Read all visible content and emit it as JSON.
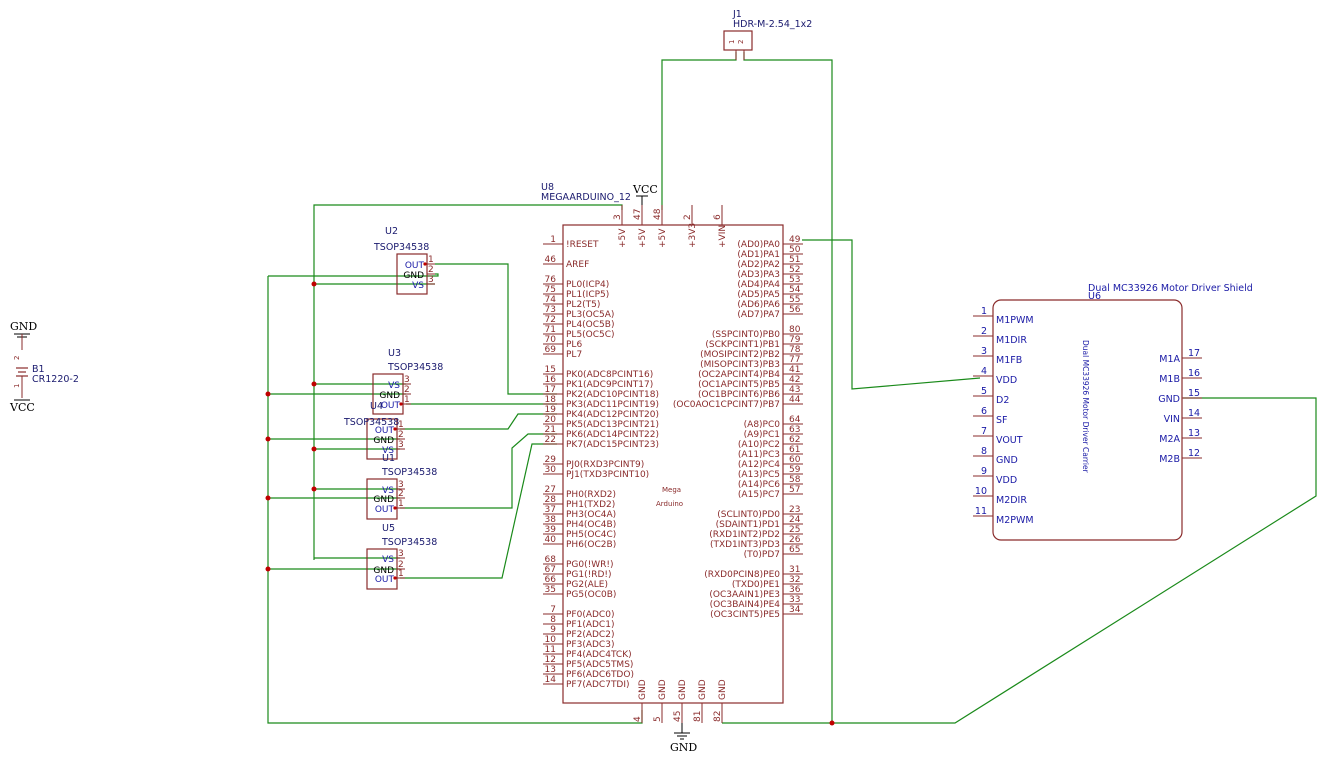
{
  "colors": {
    "wire": "#1a8a1a",
    "body": "#8a2b2b",
    "junction": "#c00000",
    "shield_text": "#1a1aa6",
    "power_text": "#000000"
  },
  "power": {
    "vcc_top": "VCC",
    "gnd_bottom": "GND",
    "gnd_battery": "GND",
    "vcc_battery": "VCC"
  },
  "battery": {
    "ref": "B1",
    "value": "CR1220-2",
    "pins": [
      "2",
      "1"
    ]
  },
  "connector": {
    "ref": "J1",
    "value": "HDR-M-2.54_1x2",
    "pins": [
      "1",
      "2"
    ]
  },
  "arduino": {
    "ref": "U8",
    "value": "MEGAARDUINO_12",
    "center_line1": "Mega",
    "center_line2": "Arduino",
    "top_pins": [
      {
        "num": "3",
        "name": "+5V"
      },
      {
        "num": "47",
        "name": "+5V"
      },
      {
        "num": "48",
        "name": "+5V"
      },
      {
        "num": "2",
        "name": "+3V3"
      },
      {
        "num": "6",
        "name": "+VIN"
      }
    ],
    "bottom_pins": [
      {
        "num": "4",
        "name": "GND"
      },
      {
        "num": "5",
        "name": "GND"
      },
      {
        "num": "45",
        "name": "GND"
      },
      {
        "num": "81",
        "name": "GND"
      },
      {
        "num": "82",
        "name": "GND"
      }
    ],
    "left_pins": [
      {
        "num": "1",
        "name": "!RESET"
      },
      {
        "num": "46",
        "name": "AREF"
      },
      {
        "num": "76",
        "name": "PL0(ICP4)"
      },
      {
        "num": "75",
        "name": "PL1(ICP5)"
      },
      {
        "num": "74",
        "name": "PL2(T5)"
      },
      {
        "num": "73",
        "name": "PL3(OC5A)"
      },
      {
        "num": "72",
        "name": "PL4(OC5B)"
      },
      {
        "num": "71",
        "name": "PL5(OC5C)"
      },
      {
        "num": "70",
        "name": "PL6"
      },
      {
        "num": "69",
        "name": "PL7"
      },
      {
        "num": "15",
        "name": "PK0(ADC8PCINT16)"
      },
      {
        "num": "16",
        "name": "PK1(ADC9PCINT17)"
      },
      {
        "num": "17",
        "name": "PK2(ADC10PCINT18)"
      },
      {
        "num": "18",
        "name": "PK3(ADC11PCINT19)"
      },
      {
        "num": "19",
        "name": "PK4(ADC12PCINT20)"
      },
      {
        "num": "20",
        "name": "PK5(ADC13PCINT21)"
      },
      {
        "num": "21",
        "name": "PK6(ADC14PCINT22)"
      },
      {
        "num": "22",
        "name": "PK7(ADC15PCINT23)"
      },
      {
        "num": "29",
        "name": "PJ0(RXD3PCINT9)"
      },
      {
        "num": "30",
        "name": "PJ1(TXD3PCINT10)"
      },
      {
        "num": "27",
        "name": "PH0(RXD2)"
      },
      {
        "num": "28",
        "name": "PH1(TXD2)"
      },
      {
        "num": "37",
        "name": "PH3(OC4A)"
      },
      {
        "num": "38",
        "name": "PH4(OC4B)"
      },
      {
        "num": "39",
        "name": "PH5(OC4C)"
      },
      {
        "num": "40",
        "name": "PH6(OC2B)"
      },
      {
        "num": "68",
        "name": "PG0(!WR!)"
      },
      {
        "num": "67",
        "name": "PG1(!RD!)"
      },
      {
        "num": "66",
        "name": "PG2(ALE)"
      },
      {
        "num": "35",
        "name": "PG5(OC0B)"
      },
      {
        "num": "7",
        "name": "PF0(ADC0)"
      },
      {
        "num": "8",
        "name": "PF1(ADC1)"
      },
      {
        "num": "9",
        "name": "PF2(ADC2)"
      },
      {
        "num": "10",
        "name": "PF3(ADC3)"
      },
      {
        "num": "11",
        "name": "PF4(ADC4TCK)"
      },
      {
        "num": "12",
        "name": "PF5(ADC5TMS)"
      },
      {
        "num": "13",
        "name": "PF6(ADC6TDO)"
      },
      {
        "num": "14",
        "name": "PF7(ADC7TDI)"
      }
    ],
    "right_pins": [
      {
        "num": "49",
        "name": "(AD0)PA0"
      },
      {
        "num": "50",
        "name": "(AD1)PA1"
      },
      {
        "num": "51",
        "name": "(AD2)PA2"
      },
      {
        "num": "52",
        "name": "(AD3)PA3"
      },
      {
        "num": "53",
        "name": "(AD4)PA4"
      },
      {
        "num": "54",
        "name": "(AD5)PA5"
      },
      {
        "num": "55",
        "name": "(AD6)PA6"
      },
      {
        "num": "56",
        "name": "(AD7)PA7"
      },
      {
        "num": "80",
        "name": "(SSPCINT0)PB0"
      },
      {
        "num": "79",
        "name": "(SCKPCINT1)PB1"
      },
      {
        "num": "78",
        "name": "(MOSIPCINT2)PB2"
      },
      {
        "num": "77",
        "name": "(MISOPCINT3)PB3"
      },
      {
        "num": "41",
        "name": "(OC2APCINT4)PB4"
      },
      {
        "num": "42",
        "name": "(OC1APCINT5)PB5"
      },
      {
        "num": "43",
        "name": "(OC1BPCINT6)PB6"
      },
      {
        "num": "44",
        "name": "(OC0AOC1CPCINT7)PB7"
      },
      {
        "num": "64",
        "name": "(A8)PC0"
      },
      {
        "num": "63",
        "name": "(A9)PC1"
      },
      {
        "num": "62",
        "name": "(A10)PC2"
      },
      {
        "num": "61",
        "name": "(A11)PC3"
      },
      {
        "num": "60",
        "name": "(A12)PC4"
      },
      {
        "num": "59",
        "name": "(A13)PC5"
      },
      {
        "num": "58",
        "name": "(A14)PC6"
      },
      {
        "num": "57",
        "name": "(A15)PC7"
      },
      {
        "num": "23",
        "name": "(SCLINT0)PD0"
      },
      {
        "num": "24",
        "name": "(SDAINT1)PD1"
      },
      {
        "num": "25",
        "name": "(RXD1INT2)PD2"
      },
      {
        "num": "26",
        "name": "(TXD1INT3)PD3"
      },
      {
        "num": "65",
        "name": "(T0)PD7"
      },
      {
        "num": "31",
        "name": "(RXD0PCIN8)PE0"
      },
      {
        "num": "32",
        "name": "(TXD0)PE1"
      },
      {
        "num": "36",
        "name": "(OC3AAIN1)PE3"
      },
      {
        "num": "33",
        "name": "(OC3BAIN4)PE4"
      },
      {
        "num": "34",
        "name": "(OC3CINT5)PE5"
      }
    ]
  },
  "ir_receivers": [
    {
      "ref": "U2",
      "value": "TSOP34538",
      "pins": [
        {
          "num": "1",
          "name": "OUT"
        },
        {
          "num": "2",
          "name": "GND"
        },
        {
          "num": "3",
          "name": "VS"
        }
      ]
    },
    {
      "ref": "U3",
      "value": "TSOP34538",
      "pins": [
        {
          "num": "3",
          "name": "VS"
        },
        {
          "num": "2",
          "name": "GND"
        },
        {
          "num": "1",
          "name": "OUT"
        }
      ]
    },
    {
      "ref": "U4",
      "value": "TSOP34538",
      "pins": [
        {
          "num": "1",
          "name": "OUT"
        },
        {
          "num": "2",
          "name": "GND"
        },
        {
          "num": "3",
          "name": "VS"
        }
      ]
    },
    {
      "ref": "U1",
      "value": "TSOP34538",
      "pins": [
        {
          "num": "3",
          "name": "VS"
        },
        {
          "num": "2",
          "name": "GND"
        },
        {
          "num": "1",
          "name": "OUT"
        }
      ]
    },
    {
      "ref": "U5",
      "value": "TSOP34538",
      "pins": [
        {
          "num": "3",
          "name": "VS"
        },
        {
          "num": "2",
          "name": "GND"
        },
        {
          "num": "1",
          "name": "OUT"
        }
      ]
    }
  ],
  "shield": {
    "ref": "U6",
    "value": "Dual MC33926 Motor Driver Shield",
    "inner_label": "Dual MC33926 Motor Driver Carrier",
    "left_pins": [
      {
        "num": "1",
        "name": "M1PWM"
      },
      {
        "num": "2",
        "name": "M1DIR"
      },
      {
        "num": "3",
        "name": "M1FB"
      },
      {
        "num": "4",
        "name": "VDD"
      },
      {
        "num": "5",
        "name": "D2"
      },
      {
        "num": "6",
        "name": "SF"
      },
      {
        "num": "7",
        "name": "VOUT"
      },
      {
        "num": "8",
        "name": "GND"
      },
      {
        "num": "9",
        "name": "VDD"
      },
      {
        "num": "10",
        "name": "M2DIR"
      },
      {
        "num": "11",
        "name": "M2PWM"
      }
    ],
    "right_pins": [
      {
        "num": "17",
        "name": "M1A"
      },
      {
        "num": "16",
        "name": "M1B"
      },
      {
        "num": "15",
        "name": "GND"
      },
      {
        "num": "14",
        "name": "VIN"
      },
      {
        "num": "13",
        "name": "M2A"
      },
      {
        "num": "12",
        "name": "M2B"
      }
    ]
  }
}
